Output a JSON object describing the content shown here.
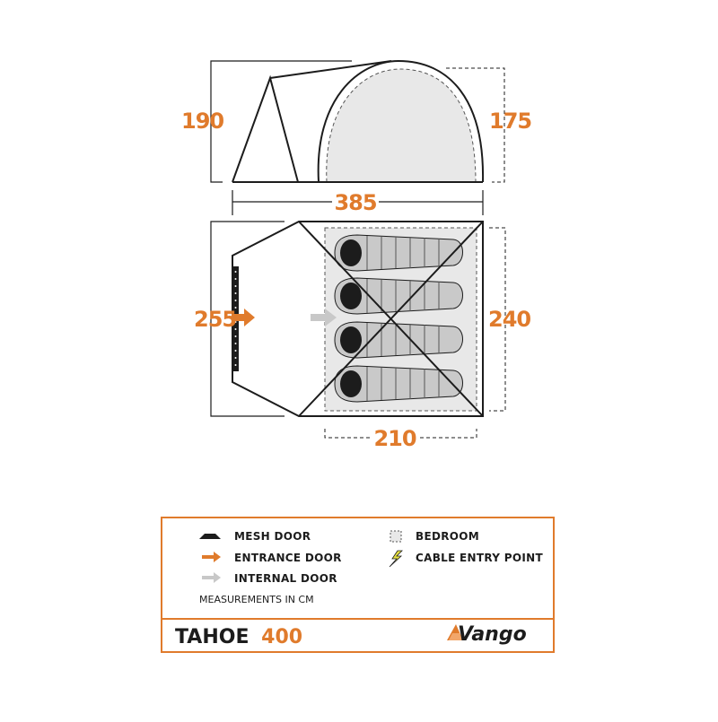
{
  "product": {
    "name": "TAHOE",
    "model": "400",
    "brand": "Vango"
  },
  "side_view": {
    "height_left": "190",
    "height_right": "175",
    "length": "385"
  },
  "floor_plan": {
    "width_total": "255",
    "bedroom_width": "240",
    "bedroom_length": "210",
    "sleeping_bags": 4
  },
  "legend": {
    "items": [
      {
        "icon": "mesh-door-icon",
        "label": "MESH DOOR"
      },
      {
        "icon": "entrance-door-arrow-icon",
        "label": "ENTRANCE DOOR"
      },
      {
        "icon": "internal-door-arrow-icon",
        "label": "INTERNAL DOOR"
      },
      {
        "icon": "bedroom-icon",
        "label": "BEDROOM"
      },
      {
        "icon": "cable-entry-icon",
        "label": "CABLE ENTRY POINT"
      }
    ],
    "note": "MEASUREMENTS IN CM"
  },
  "colors": {
    "accent": "#e07b2c",
    "outline": "#1c1c1c",
    "bedroom_fill": "#e8e8e8",
    "bag_fill": "#c9c9c9",
    "internal_arrow": "#c8c8c8",
    "cable_icon": "#e6e040"
  }
}
